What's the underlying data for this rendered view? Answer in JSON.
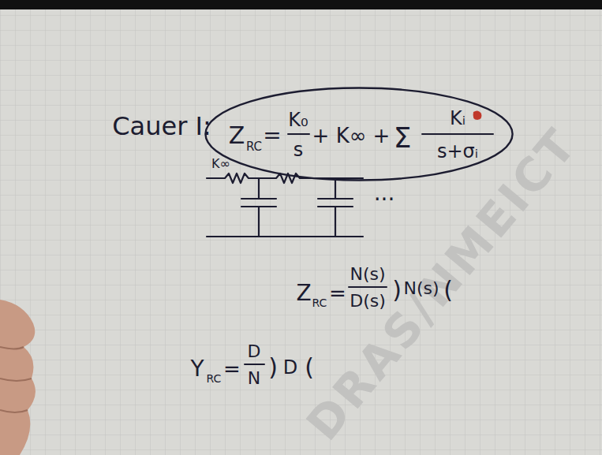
{
  "diagram": {
    "nodes": [
      {
        "text": [
          "Z",
          "RC",
          "=",
          "K₀",
          "s",
          "+ K∞ +",
          "Σ",
          "Kᵢ",
          "s+σᵢ"
        ]
      }
    ],
    "labels": [
      "Cauer I:",
      "K∞",
      "...",
      "Z",
      "RC",
      "=",
      "N(s)",
      "D(s)",
      ")",
      "N(s)",
      "(",
      "Y",
      "RC",
      "=",
      "D",
      "N",
      ")",
      "D",
      "(",
      "DRAS/NMEICT"
    ]
  }
}
